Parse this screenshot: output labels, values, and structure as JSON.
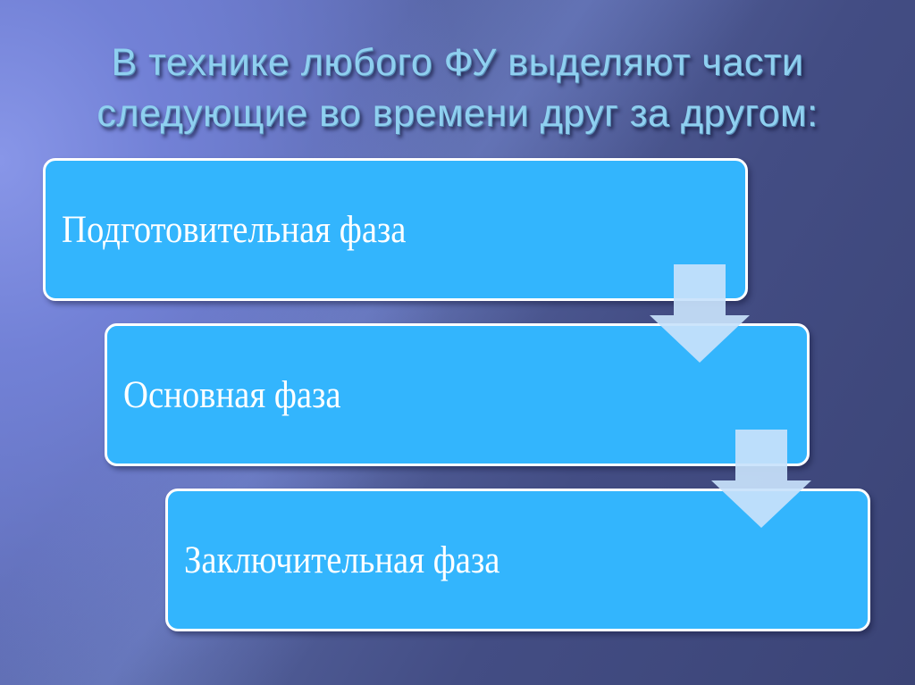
{
  "slide": {
    "title_lines": [
      "В технике любого ФУ выделяют части",
      "следующие во времени друг за другом:"
    ],
    "phases": [
      {
        "label": "Подготовительная фаза"
      },
      {
        "label": "Основная фаза"
      },
      {
        "label": "Заключительная фаза"
      }
    ],
    "connectors": [
      {
        "icon": "arrow-down-icon",
        "from": 0,
        "to": 1
      },
      {
        "icon": "arrow-down-icon",
        "from": 1,
        "to": 2
      }
    ]
  },
  "colors": {
    "background_dark": "#3b4476",
    "background_light": "#8896e8",
    "title_text": "#8fd0f0",
    "box_fill": "#33b5fd",
    "box_border": "#ffffff",
    "box_text": "#ffffff",
    "arrow_fill": "#c8e2fb"
  }
}
